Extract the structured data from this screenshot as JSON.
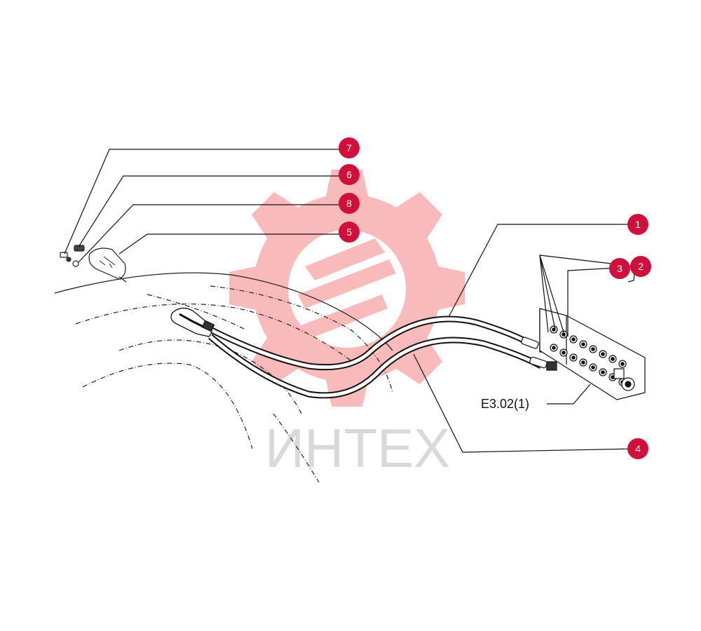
{
  "watermark": {
    "text": "ИНТЕХ",
    "gear_color": "#f7a3a6",
    "text_color": "#d9d9d9"
  },
  "callout_color": "#d0103a",
  "callouts": [
    {
      "id": "c7",
      "label": "7"
    },
    {
      "id": "c6",
      "label": "6"
    },
    {
      "id": "c8",
      "label": "8"
    },
    {
      "id": "c5",
      "label": "5"
    },
    {
      "id": "c1",
      "label": "1"
    },
    {
      "id": "c2",
      "label": "2"
    },
    {
      "id": "c3",
      "label": "3"
    },
    {
      "id": "c4",
      "label": "4"
    }
  ],
  "reference_label": "E3.02(1)"
}
